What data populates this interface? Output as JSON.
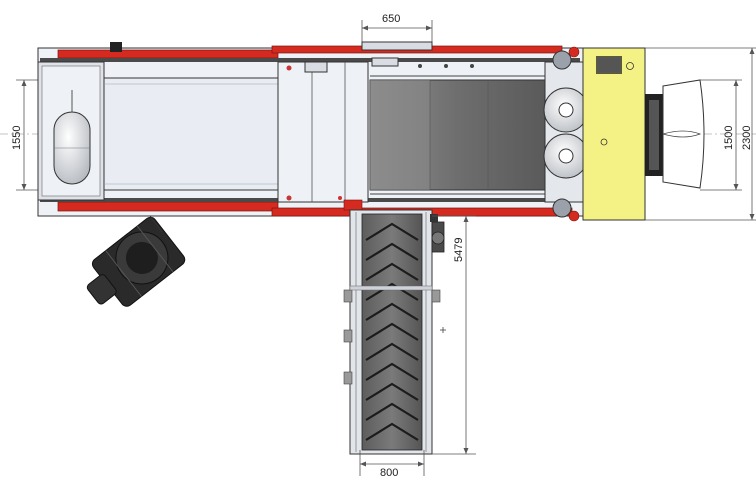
{
  "dimensions": {
    "top_width": "650",
    "left_width": "1550",
    "right_inner_width": "1500",
    "right_outer_width": "2300",
    "conveyor_length": "5479",
    "conveyor_width": "800"
  },
  "colors": {
    "frame_red": "#d42a1f",
    "belt_light": "#e9edf3",
    "belt_dark": "#6f6f6f",
    "hopper_yellow": "#f5f285",
    "steel": "#b9bec6",
    "outline": "#333333"
  }
}
